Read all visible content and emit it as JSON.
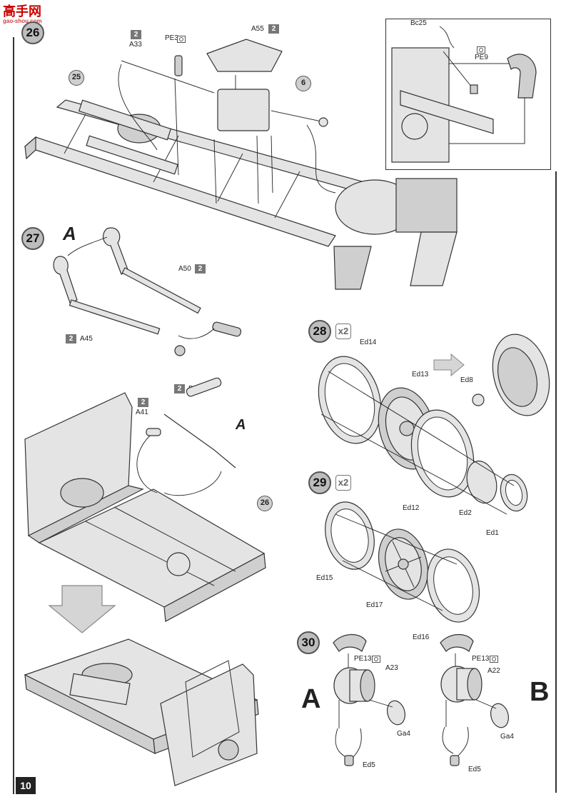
{
  "watermark": {
    "text": "高手网",
    "sub": "gao-shou.com"
  },
  "page_number": "10",
  "steps": {
    "s26": {
      "number": "26",
      "refs": [
        "25",
        "6"
      ],
      "labels": {
        "a33": "A33",
        "pe3": "PE3",
        "a55": "A55",
        "bc25": "Bc25",
        "pe9": "PE9"
      },
      "sprue": "2"
    },
    "s27": {
      "number": "27",
      "letter_a": "A",
      "letter_a2": "A",
      "ref26": "26",
      "labels": {
        "a50": "A50",
        "a45": "A45",
        "a41": "A41",
        "bc11": "Bc11"
      },
      "sprue": "2"
    },
    "s28": {
      "number": "28",
      "qty": "x2",
      "labels": {
        "ed14": "Ed14",
        "ed13": "Ed13",
        "ed8": "Ed8",
        "ed12": "Ed12",
        "ed2": "Ed2",
        "ed1": "Ed1"
      }
    },
    "s29": {
      "number": "29",
      "qty": "x2",
      "labels": {
        "ed15": "Ed15",
        "ed17": "Ed17",
        "ed16": "Ed16"
      }
    },
    "s30": {
      "number": "30",
      "letter_a": "A",
      "letter_b": "B",
      "left": {
        "pe13": "PE13",
        "a23": "A23",
        "ga4": "Ga4",
        "ed5": "Ed5"
      },
      "right": {
        "pe13": "PE13",
        "a22": "A22",
        "ga4": "Ga4",
        "ed5": "Ed5"
      }
    }
  },
  "icons": [
    "photo-etch-icon",
    "step-arrow-icon",
    "down-arrow-icon"
  ]
}
